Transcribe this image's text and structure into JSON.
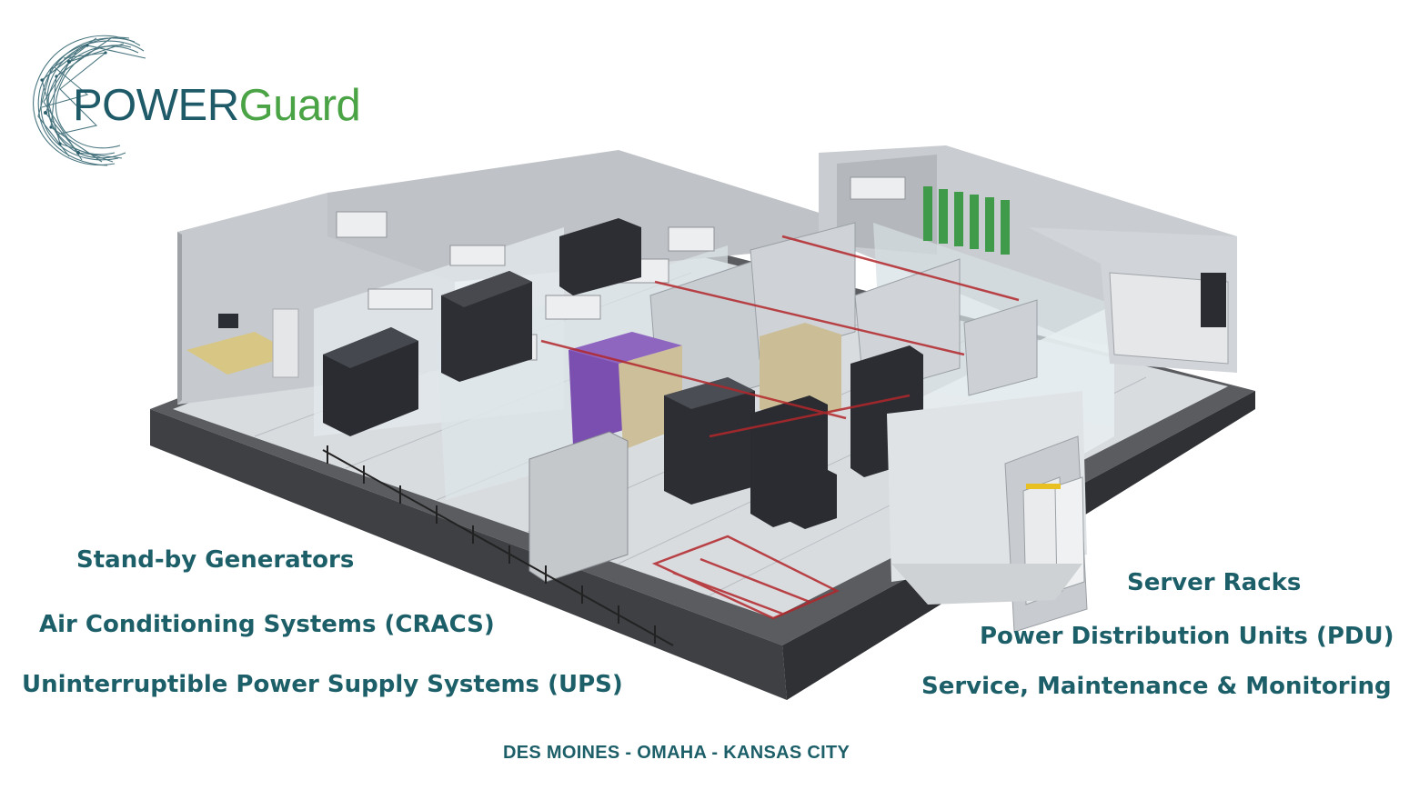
{
  "brand": {
    "name_part1": "POWER",
    "name_part2": "Guard",
    "colors": {
      "primary": "#1f5a68",
      "accent": "#4aa344"
    }
  },
  "illustration": {
    "subject": "data-center-cutaway"
  },
  "services_left": [
    "Stand-by Generators",
    "Air Conditioning Systems (CRACS)",
    "Uninterruptible Power Supply Systems (UPS)"
  ],
  "services_right": [
    "Server Racks",
    "Power Distribution Units (PDU)",
    "Service, Maintenance & Monitoring"
  ],
  "locations": "DES MOINES - OMAHA - KANSAS CITY"
}
